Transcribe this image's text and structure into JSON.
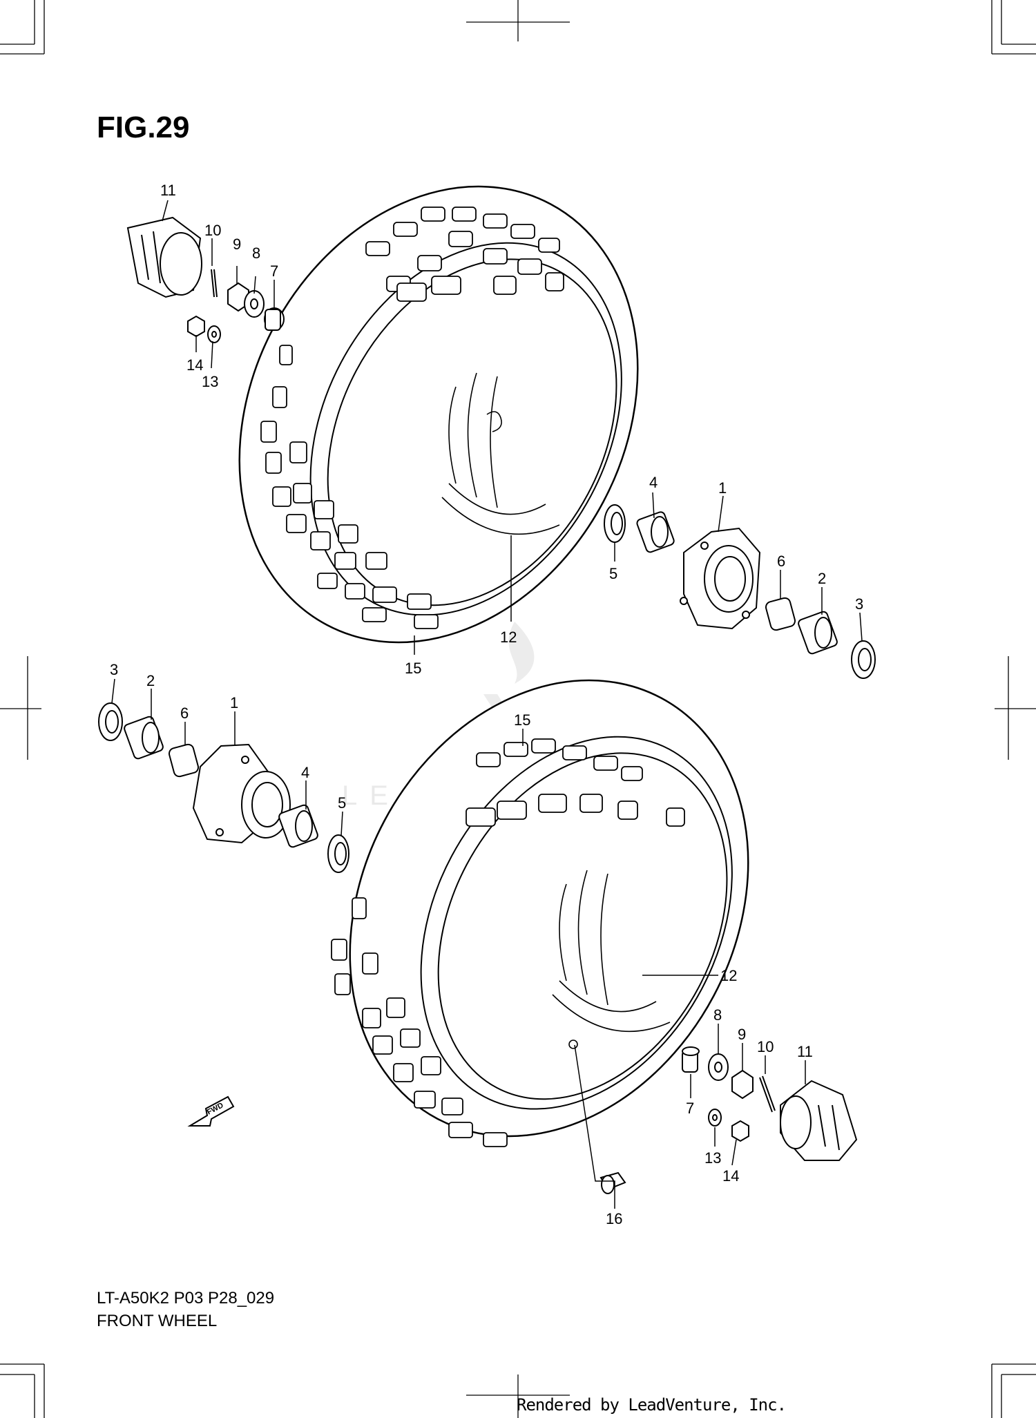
{
  "figure": {
    "title": "FIG.29",
    "model_code": "LT-A50K2 P03 P28_029",
    "assembly_name": "FRONT WHEEL"
  },
  "credit": "Rendered by LeadVenture, Inc.",
  "watermark": {
    "text": "LEADVENTURE"
  },
  "direction_arrow": {
    "label": "FWD"
  },
  "callouts": [
    {
      "id": "c-11a",
      "label": "11"
    },
    {
      "id": "c-10a",
      "label": "10"
    },
    {
      "id": "c-9a",
      "label": "9"
    },
    {
      "id": "c-8a",
      "label": "8"
    },
    {
      "id": "c-7a",
      "label": "7"
    },
    {
      "id": "c-14a",
      "label": "14"
    },
    {
      "id": "c-13a",
      "label": "13"
    },
    {
      "id": "c-4a",
      "label": "4"
    },
    {
      "id": "c-1a",
      "label": "1"
    },
    {
      "id": "c-5a",
      "label": "5"
    },
    {
      "id": "c-6a",
      "label": "6"
    },
    {
      "id": "c-2a",
      "label": "2"
    },
    {
      "id": "c-3a",
      "label": "3"
    },
    {
      "id": "c-12a",
      "label": "12"
    },
    {
      "id": "c-15a",
      "label": "15"
    },
    {
      "id": "c-3b",
      "label": "3"
    },
    {
      "id": "c-2b",
      "label": "2"
    },
    {
      "id": "c-6b",
      "label": "6"
    },
    {
      "id": "c-1b",
      "label": "1"
    },
    {
      "id": "c-4b",
      "label": "4"
    },
    {
      "id": "c-5b",
      "label": "5"
    },
    {
      "id": "c-15b",
      "label": "15"
    },
    {
      "id": "c-12b",
      "label": "12"
    },
    {
      "id": "c-8b",
      "label": "8"
    },
    {
      "id": "c-9b",
      "label": "9"
    },
    {
      "id": "c-10b",
      "label": "10"
    },
    {
      "id": "c-11b",
      "label": "11"
    },
    {
      "id": "c-7b",
      "label": "7"
    },
    {
      "id": "c-13b",
      "label": "13"
    },
    {
      "id": "c-14b",
      "label": "14"
    },
    {
      "id": "c-16",
      "label": "16"
    }
  ]
}
